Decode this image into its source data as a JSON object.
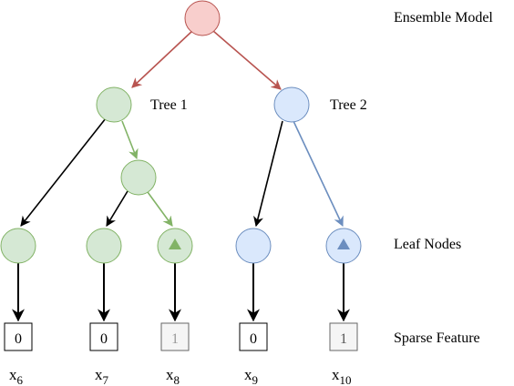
{
  "labels": {
    "ensemble_model": "Ensemble Model",
    "tree1": "Tree 1",
    "tree2": "Tree 2",
    "leaf_nodes": "Leaf Nodes",
    "sparse_feature": "Sparse Feature"
  },
  "features": [
    {
      "value": "0",
      "var": "x",
      "sub": "6",
      "active": false
    },
    {
      "value": "0",
      "var": "x",
      "sub": "7",
      "active": false
    },
    {
      "value": "1",
      "var": "x",
      "sub": "8",
      "active": true
    },
    {
      "value": "0",
      "var": "x",
      "sub": "9",
      "active": false
    },
    {
      "value": "1",
      "var": "x",
      "sub": "10",
      "active": true
    }
  ],
  "colors": {
    "root_fill": "#f8cecc",
    "root_stroke": "#b85450",
    "green_fill": "#d5e8d4",
    "green_stroke": "#82b366",
    "blue_fill": "#dae8fc",
    "blue_stroke": "#6c8ebf",
    "red_edge": "#b85450",
    "green_edge": "#82b366",
    "blue_edge": "#6c8ebf",
    "black_edge": "#000000",
    "active_box_fill": "#f5f5f5",
    "active_box_stroke": "#666666"
  },
  "leaf_markers": [
    "none",
    "none",
    "triangle",
    "none",
    "triangle"
  ]
}
